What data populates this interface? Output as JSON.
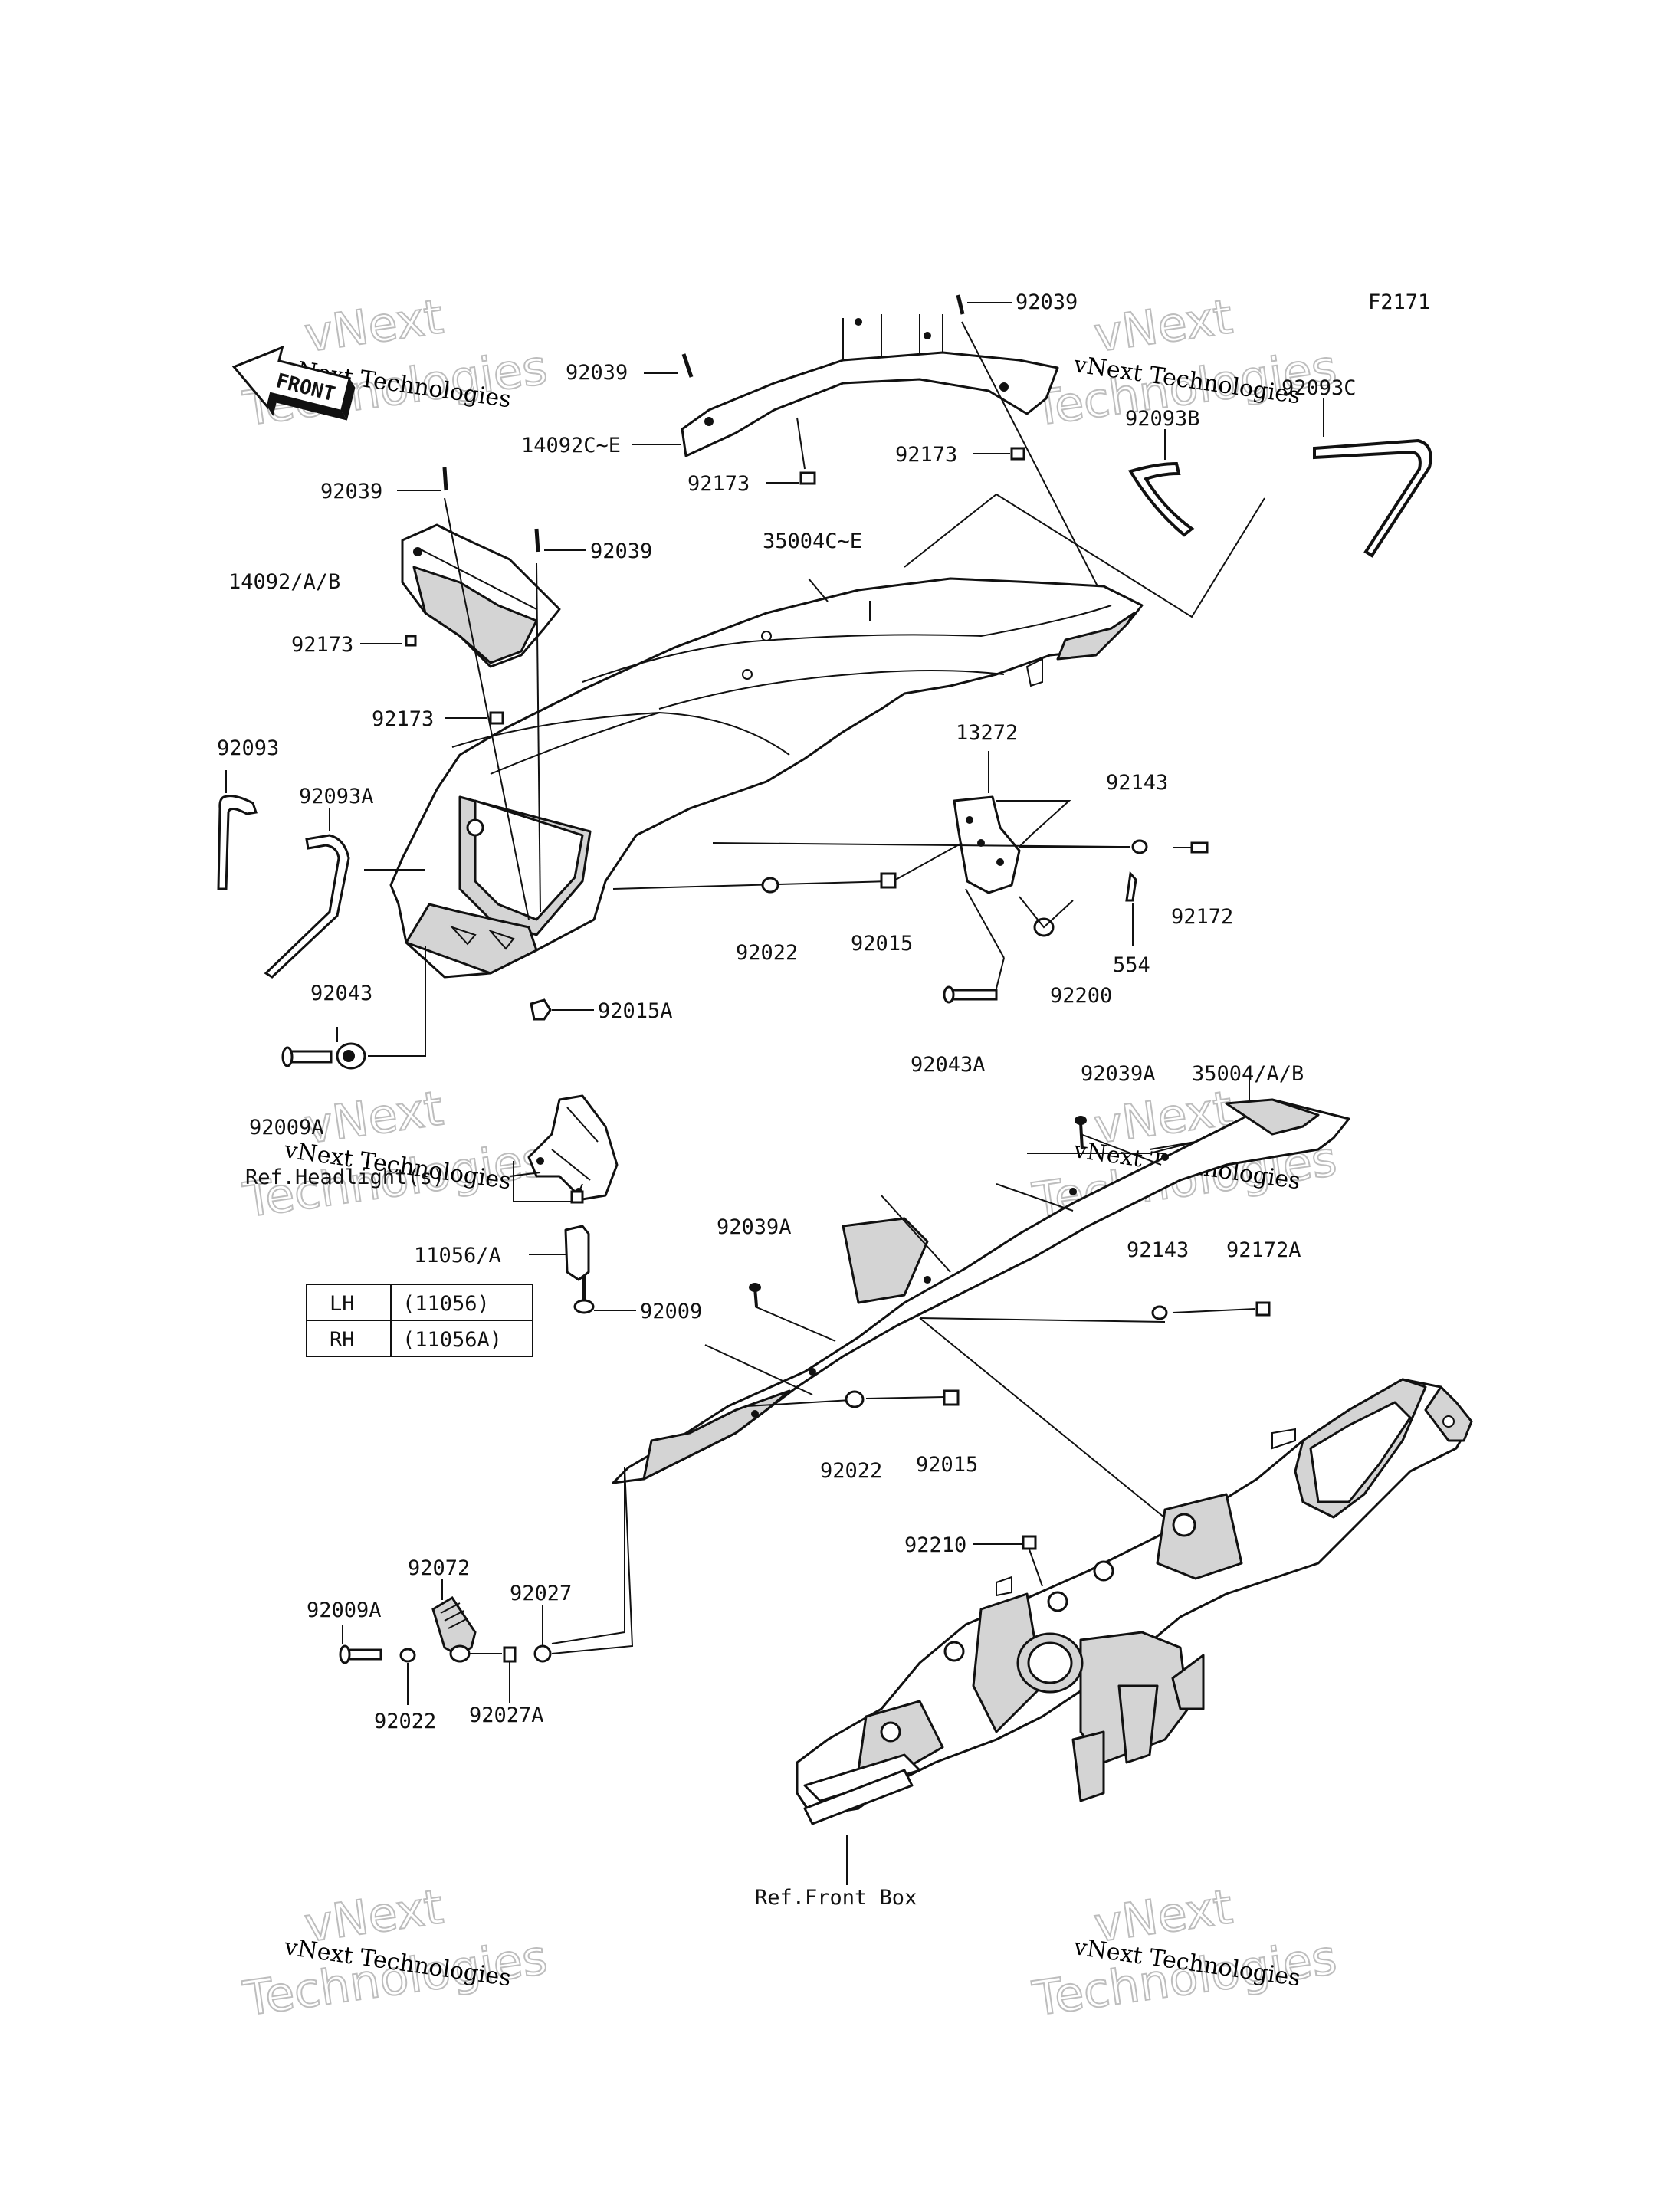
{
  "figure_code": "F2171",
  "front_arrow": "FRONT",
  "watermark": {
    "company": "vNext Technologies",
    "big_line1": "vNext",
    "big_line2": "Technologies"
  },
  "labels": {
    "l92039_top": "92039",
    "l92039_left": "92039",
    "l14092ce": "14092C~E",
    "l92173_a": "92173",
    "l92173_b": "92173",
    "l92039_c": "92039",
    "l92039_d": "92039",
    "l14092ab": "14092/A/B",
    "l35004ce": "35004C~E",
    "l92093c": "92093C",
    "l92093b": "92093B",
    "l92173_c": "92173",
    "l92173_d": "92173",
    "l92093": "92093",
    "l92093a": "92093A",
    "l13272": "13272",
    "l92143_a": "92143",
    "l92172": "92172",
    "l92022_a": "92022",
    "l92015_a": "92015",
    "l554": "554",
    "l92200": "92200",
    "l92043": "92043",
    "l92015a": "92015A",
    "l92043a": "92043A",
    "l92009a_a": "92009A",
    "l92039a_a": "92039A",
    "l35004ab": "35004/A/B",
    "l_ref_headlight": "Ref.Headlight(s)",
    "l11056a": "11056/A",
    "l92009": "92009",
    "l92039a_b": "92039A",
    "l92143_b": "92143",
    "l92172a": "92172A",
    "l92022_b": "92022",
    "l92015_b": "92015",
    "l92210": "92210",
    "l92072": "92072",
    "l92027": "92027",
    "l92009a_b": "92009A",
    "l92022_c": "92022",
    "l92027a": "92027A",
    "l_ref_frontbox": "Ref.Front Box"
  },
  "side_table": {
    "rows": [
      {
        "side": "LH",
        "part": "(11056)"
      },
      {
        "side": "RH",
        "part": "(11056A)"
      }
    ]
  }
}
